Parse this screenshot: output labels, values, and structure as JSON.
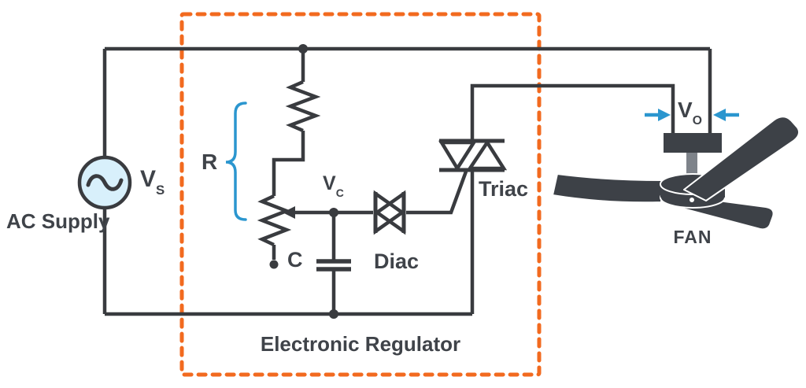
{
  "diagram": {
    "labels": {
      "ac_supply": "AC Supply",
      "vs_main": "V",
      "vs_sub": "S",
      "r": "R",
      "vc_main": "V",
      "vc_sub": "C",
      "c": "C",
      "diac": "Diac",
      "triac": "Triac",
      "vo_main": "V",
      "vo_sub": "O",
      "fan": "FAN",
      "regulator": "Electronic Regulator"
    },
    "colors": {
      "wire": "#393b3f",
      "text": "#3f4349",
      "regulator_box_orange": "#f26a1f",
      "accent_blue": "#2b96cf",
      "ac_source_fill": "#d8f0fb",
      "fan_body": "#3d4147",
      "fan_rod_gray": "#7e838a",
      "background": "#ffffff"
    }
  }
}
